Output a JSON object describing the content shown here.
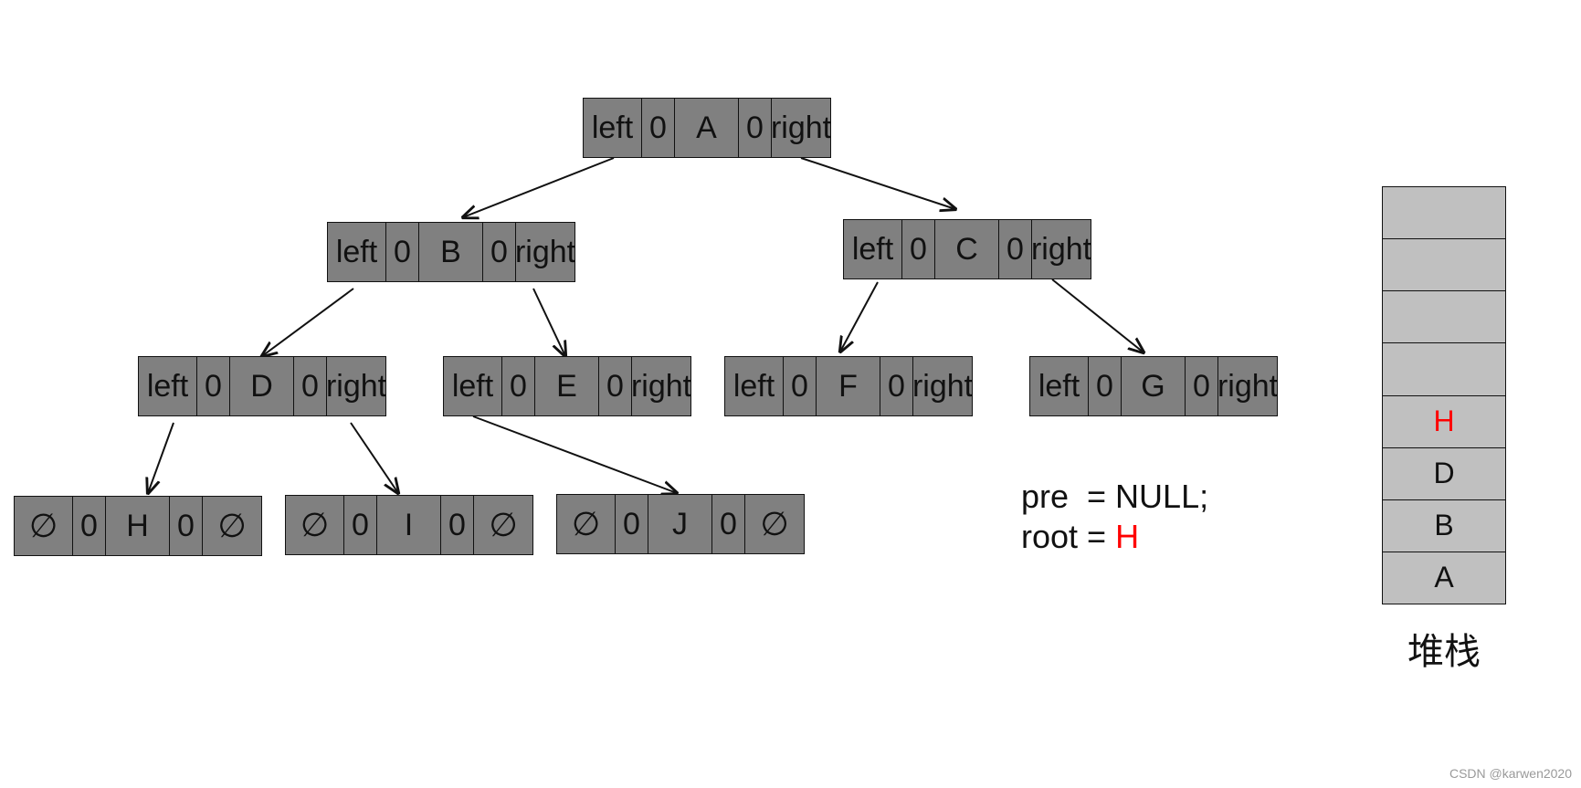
{
  "nodes": [
    {
      "id": "A",
      "cells": [
        "left",
        "0",
        "A",
        "0",
        "right"
      ]
    },
    {
      "id": "B",
      "cells": [
        "left",
        "0",
        "B",
        "0",
        "right"
      ]
    },
    {
      "id": "C",
      "cells": [
        "left",
        "0",
        "C",
        "0",
        "right"
      ]
    },
    {
      "id": "D",
      "cells": [
        "left",
        "0",
        "D",
        "0",
        "right"
      ]
    },
    {
      "id": "E",
      "cells": [
        "left",
        "0",
        "E",
        "0",
        "right"
      ]
    },
    {
      "id": "F",
      "cells": [
        "left",
        "0",
        "F",
        "0",
        "right"
      ]
    },
    {
      "id": "G",
      "cells": [
        "left",
        "0",
        "G",
        "0",
        "right"
      ]
    },
    {
      "id": "H",
      "cells": [
        "∅",
        "0",
        "H",
        "0",
        "∅"
      ]
    },
    {
      "id": "I",
      "cells": [
        "∅",
        "0",
        "I",
        "0",
        "∅"
      ]
    },
    {
      "id": "J",
      "cells": [
        "∅",
        "0",
        "J",
        "0",
        "∅"
      ]
    }
  ],
  "edges": [
    {
      "from": "A",
      "to": "B"
    },
    {
      "from": "A",
      "to": "C"
    },
    {
      "from": "B",
      "to": "D"
    },
    {
      "from": "B",
      "to": "E"
    },
    {
      "from": "C",
      "to": "F"
    },
    {
      "from": "C",
      "to": "G"
    },
    {
      "from": "D",
      "to": "H"
    },
    {
      "from": "D",
      "to": "I"
    },
    {
      "from": "E",
      "to": "J"
    }
  ],
  "code": {
    "pre_line": "pre  = NULL;",
    "root_prefix": "root = ",
    "root_value": "H"
  },
  "stack": {
    "label": "堆栈",
    "slots": [
      "",
      "",
      "",
      "",
      "H",
      "D",
      "B",
      "A"
    ],
    "highlight_color": "#ff0000"
  },
  "watermark": "CSDN @karwen2020"
}
